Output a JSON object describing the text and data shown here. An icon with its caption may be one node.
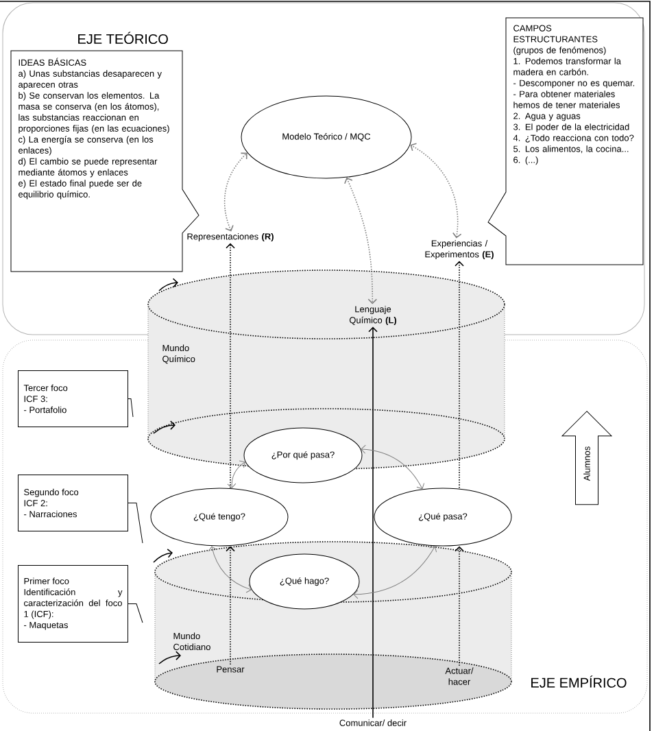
{
  "diagram": {
    "nodes": [
      {
        "text": [
          "EJE TEÓRICO"
        ]
      },
      {
        "text": [
          "IDEAS BÁSICAS",
          "a) Unas substancias desaparecen y aparecen otras",
          "b) Se conservan los elementos. La masa se conserva (en los átomos), las substancias reaccionan en proporciones fijas (en las ecuaciones)",
          "c) La energía se conserva (en los enlaces)",
          "d) El cambio se puede representar mediante átomos y enlaces",
          "e) El estado final puede ser de equilibrio químico."
        ],
        "in": 0
      },
      {
        "text": [
          "CAMPOS ESTRUCTURANTES",
          "(grupos de fenómenos)",
          "1. Podemos transformar la madera en carbón.",
          "- Descomponer no es quemar.",
          "- Para obtener materiales hemos de tener materiales",
          "2. Agua y aguas",
          "3. El poder de la electricidad",
          "4. ¿Todo reacciona con todo?",
          "5. Los alimentos, la cocina...",
          "6. (...)"
        ],
        "in": 0
      },
      {
        "text": [
          "Modelo Teórico / MQC"
        ],
        "in": 0
      },
      {
        "text": [
          "Representaciones **(R)**"
        ],
        "in": 0
      },
      {
        "text": [
          "Experiencias / Experimentos **(E)**"
        ],
        "in": 0
      },
      {
        "text": [
          "Lenguaje Químico **(L)**"
        ],
        "in": 0
      },
      {
        "text": [
          "EJE EMPÍRICO"
        ]
      },
      {
        "text": [
          "Tercer foco",
          "ICF 3:",
          "- Portafolio"
        ],
        "in": 7
      },
      {
        "text": [
          "¿Por qué pasa?"
        ],
        "in": 7
      },
      {
        "text": [
          "Segundo foco",
          "ICF 2:",
          "- Narraciones"
        ],
        "in": 7
      },
      {
        "text": [
          "¿Qué tengo?"
        ],
        "in": 7
      },
      {
        "text": [
          "¿Qué pasa?"
        ],
        "in": 7
      },
      {
        "text": [
          "Alumnos"
        ],
        "in": 7
      },
      {
        "text": [
          "Primer foco",
          "Identificación y caracterización del foco 1 (ICF):",
          "- Maquetas"
        ],
        "in": 7
      },
      {
        "text": [
          "¿Qué hago?"
        ],
        "in": 7
      },
      {
        "text": [
          "Pensar"
        ],
        "in": 7
      },
      {
        "text": [
          "Actuar/ hacer"
        ],
        "in": 7
      },
      {
        "text": [
          "Comunicar/ decir"
        ]
      }
    ],
    "edges": [
      {
        "from": 4,
        "to": 3,
        "arrow": "both",
        "style": "dashed",
        "color": "#808080"
      },
      {
        "from": 5,
        "to": 3,
        "arrow": "both",
        "style": "dashed",
        "color": "#808080"
      },
      {
        "from": 3,
        "to": 6,
        "arrow": "both",
        "style": "dashed",
        "color": "#808080"
      },
      {
        "from": 16,
        "to": 11,
        "arrow": "to",
        "style": "dashed"
      },
      {
        "from": 11,
        "to": 4,
        "arrow": "to",
        "style": "dashed"
      },
      {
        "from": 17,
        "to": 12,
        "arrow": "to",
        "style": "dashed"
      },
      {
        "from": 12,
        "to": 5,
        "arrow": "to",
        "style": "dashed"
      },
      {
        "from": 18,
        "to": 6,
        "arrow": "to"
      },
      {
        "from": 11,
        "to": 9,
        "arrow": "both",
        "color": "#808080"
      },
      {
        "from": 12,
        "to": 9,
        "arrow": "both",
        "color": "#808080"
      },
      {
        "from": 11,
        "to": 15,
        "arrow": "both",
        "color": "#808080"
      },
      {
        "from": 12,
        "to": 15,
        "arrow": "both",
        "color": "#808080"
      },
      {
        "from": 8,
        "to": null,
        "arrow": "none"
      },
      {
        "from": 10,
        "to": null,
        "arrow": "none"
      },
      {
        "from": 14,
        "to": null,
        "arrow": "none"
      }
    ],
    "labels": [
      "Mundo Químico",
      "Mundo Cotidiano"
    ]
  }
}
